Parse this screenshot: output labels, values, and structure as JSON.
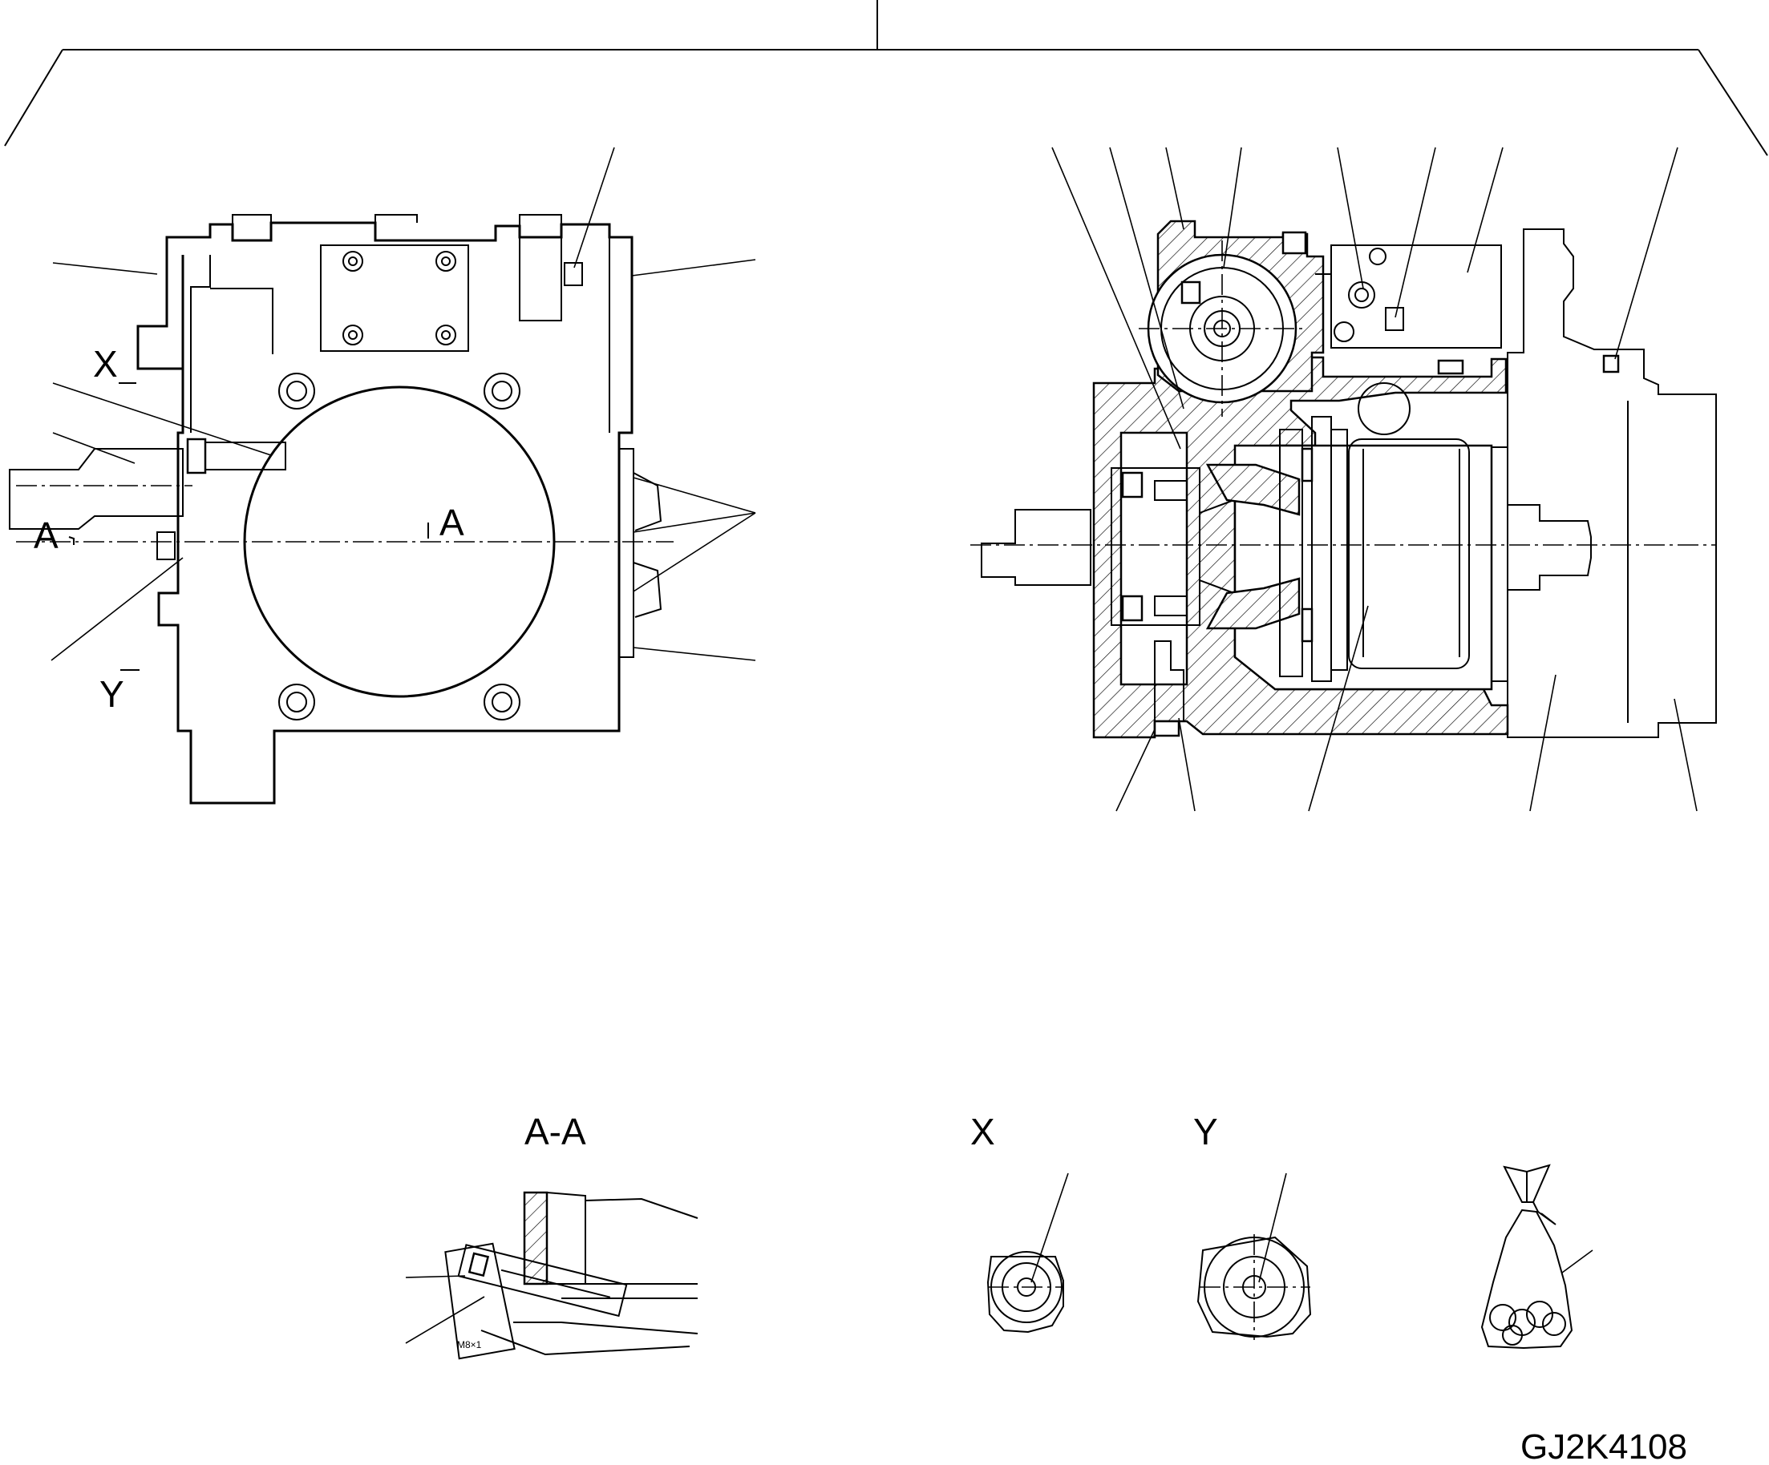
{
  "drawing_code": "GJ2K4108",
  "views": {
    "front": {
      "section_mark_left": "A",
      "section_mark_right": "A",
      "detail_x": "X",
      "detail_y": "Y"
    },
    "section": {},
    "section_aa": {
      "title": "A-A"
    },
    "detail_x": {
      "title": "X"
    },
    "detail_y": {
      "title": "Y"
    },
    "accessory_bag": {}
  },
  "line_color": "#000000",
  "background_color": "#ffffff"
}
